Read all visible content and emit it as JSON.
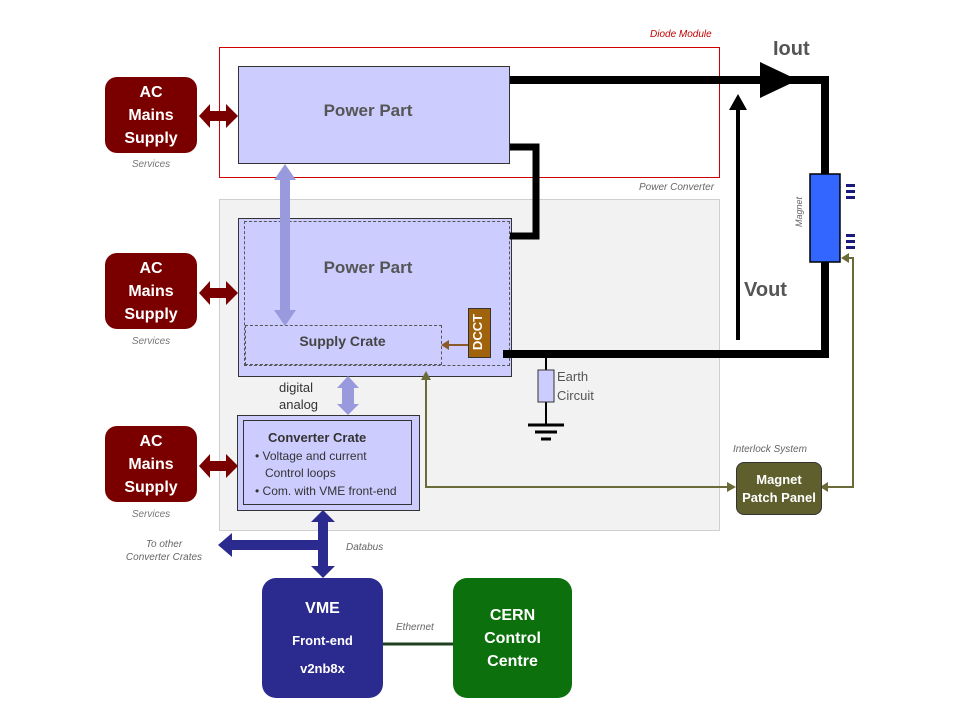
{
  "diode_module": {
    "label": "Diode Module"
  },
  "power_converter": {
    "label": "Power Converter"
  },
  "power_part_top": {
    "label": "Power Part"
  },
  "power_part_mid": {
    "label": "Power Part"
  },
  "supply_crate": {
    "label": "Supply Crate"
  },
  "dcct": {
    "label": "DCCT"
  },
  "digital_analog": {
    "label": "digital\nanalog"
  },
  "converter_crate": {
    "title": "Converter Crate",
    "bullets": [
      "• Voltage and current",
      "   Control loops",
      "• Com. with VME front-end"
    ]
  },
  "ac_supplies": [
    {
      "label": "AC\nMains\nSupply",
      "services": "Services"
    },
    {
      "label": "AC\nMains\nSupply",
      "services": "Services"
    },
    {
      "label": "AC\nMains\nSupply",
      "services": "Services"
    }
  ],
  "iout": {
    "label": "Iout"
  },
  "vout": {
    "label": "Vout"
  },
  "magnet": {
    "label": "Magnet"
  },
  "earth": {
    "label": "Earth\nCircuit"
  },
  "interlock": {
    "label": "Interlock System"
  },
  "patch_panel": {
    "label": "Magnet\nPatch Panel"
  },
  "to_other": {
    "label": "To other\nConverter Crates"
  },
  "databus": {
    "label": "Databus"
  },
  "vme": {
    "line1": "VME",
    "line2": "Front-end",
    "line3": "v2nb8x"
  },
  "ethernet": {
    "label": "Ethernet"
  },
  "cern": {
    "label": "CERN\nControl\nCentre"
  },
  "colors": {
    "ac_red": "#7a0000",
    "box_lavender": "#ccccff",
    "arrow_lavender": "#9999dd",
    "vme_navy": "#2b2b8f",
    "cern_green": "#0c700c",
    "patch_olive": "#5f5f2e",
    "olive_line": "#6b6b3a",
    "magnet_blue": "#3366ff",
    "dcct_brown": "#a0620a",
    "diode_red": "#d00000"
  }
}
